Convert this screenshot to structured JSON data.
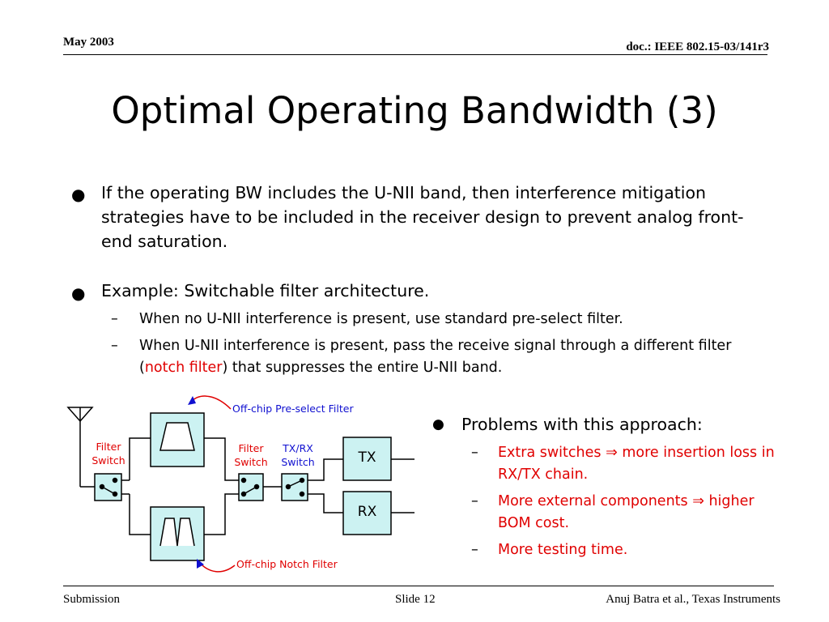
{
  "header": {
    "date": "May 2003",
    "doc_id": "doc.: IEEE 802.15-03/141r3"
  },
  "slide": {
    "title": "Optimal Operating Bandwidth (3)",
    "bullets": [
      {
        "text": "If the operating BW includes the U-NII band, then interference mitigation strategies have to be included in the receiver design to prevent analog front-end saturation."
      },
      {
        "text": "Example: Switchable filter architecture.",
        "subs": [
          {
            "text": "When no U-NII interference is present, use standard pre-select filter."
          },
          {
            "pre": "When U-NII interference is present, pass the receive signal through a different filter (",
            "highlight": "notch filter",
            "post": ") that suppresses the entire U-NII band."
          }
        ]
      }
    ],
    "problems": {
      "heading": "Problems with this approach:",
      "items": [
        {
          "a": "Extra switches",
          "b": "more insertion loss in RX/TX chain."
        },
        {
          "a": "More external components",
          "b": "higher BOM cost."
        },
        {
          "a": "More testing time.",
          "b": ""
        }
      ],
      "implies_symbol": "⇒",
      "dash": "–"
    }
  },
  "diagram": {
    "label_preselect": "Off-chip Pre-select Filter",
    "label_notch": "Off-chip Notch Filter",
    "label_filter_switch_left_1": "Filter",
    "label_filter_switch_left_2": "Switch",
    "label_filter_switch_mid_1": "Filter",
    "label_filter_switch_mid_2": "Switch",
    "label_txrx_switch_1": "TX/RX",
    "label_txrx_switch_2": "Switch",
    "tx": "TX",
    "rx": "RX"
  },
  "footer": {
    "left": "Submission",
    "center": "Slide 12",
    "right": "Anuj Batra et al., Texas Instruments"
  },
  "colors": {
    "red": "#e00000",
    "blue": "#1010d0",
    "box_fill": "#ccf2f2"
  }
}
